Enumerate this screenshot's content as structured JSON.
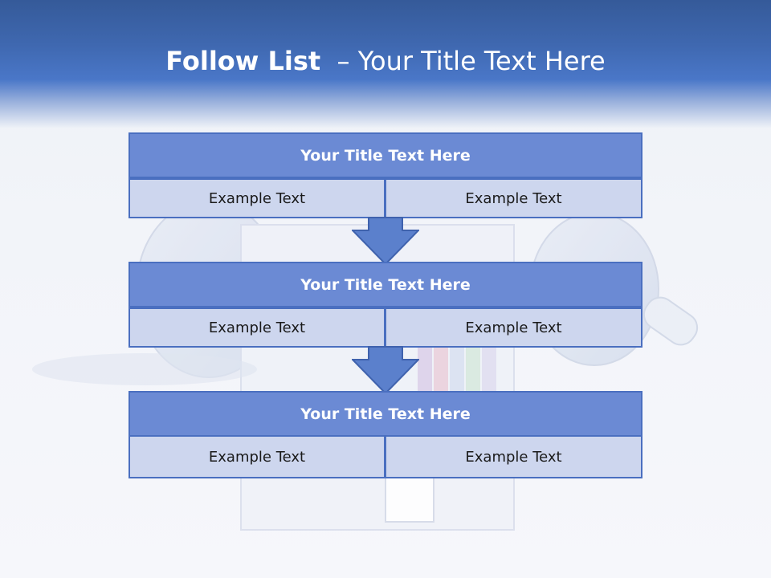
{
  "title": {
    "bold": "Follow List",
    "rest": "  – Your Title Text Here"
  },
  "steps": [
    {
      "heading": "Your Title Text Here",
      "left": "Example Text",
      "right": "Example Text"
    },
    {
      "heading": "Your Title Text Here",
      "left": "Example Text",
      "right": "Example Text"
    },
    {
      "heading": "Your Title Text Here",
      "left": "Example Text",
      "right": "Example Text"
    }
  ],
  "colors": {
    "header": "#4a77c8",
    "card_title": "#6b8ad4",
    "card_cell": "#cdd6ee",
    "border": "#4a6fc0",
    "arrow": "#5b80cc"
  }
}
